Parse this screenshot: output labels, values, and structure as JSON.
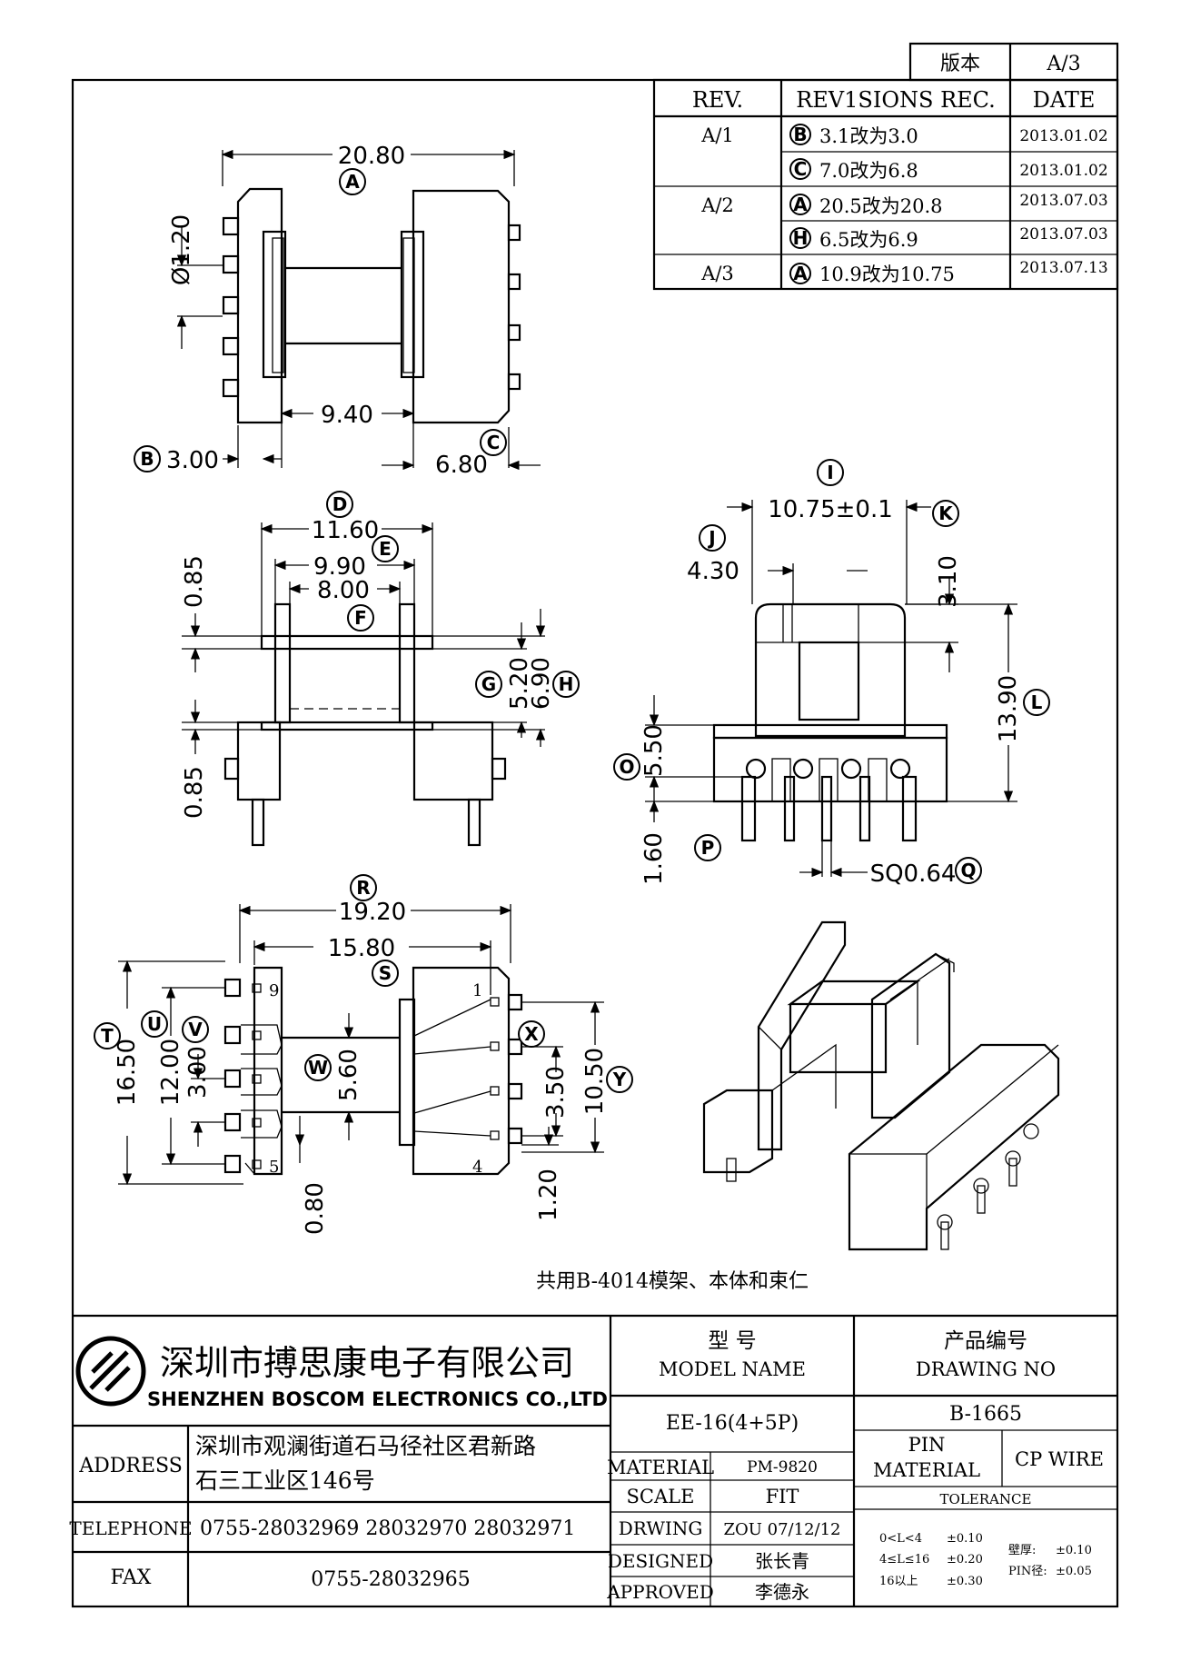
{
  "version_box": {
    "label": "版本",
    "value": "A/3"
  },
  "revisions": {
    "headers": [
      "REV.",
      "REV1SIONS REC.",
      "DATE"
    ],
    "rows": [
      {
        "rev": "A/1",
        "mark": "B",
        "text": "3.1改为3.0",
        "date": "2013.01.02"
      },
      {
        "rev": "",
        "mark": "C",
        "text": "7.0改为6.8",
        "date": "2013.01.02"
      },
      {
        "rev": "A/2",
        "mark": "A",
        "text": "20.5改为20.8",
        "date": "2013.07.03"
      },
      {
        "rev": "",
        "mark": "H",
        "text": "6.5改为6.9",
        "date": "2013.07.03"
      },
      {
        "rev": "A/3",
        "mark": "A",
        "text": "10.9改为10.75",
        "date": "2013.07.13"
      }
    ]
  },
  "dimensions": {
    "top_view": {
      "width": "20.80",
      "pin_dia": "Ø1.20",
      "gap": "9.40",
      "left_flange": "3.00",
      "right_flange": "6.80"
    },
    "front_view": {
      "d": "11.60",
      "e": "9.90",
      "f": "8.00",
      "t1": "0.85",
      "t2": "0.85",
      "g": "5.20",
      "h": "6.90"
    },
    "side_view": {
      "i": "10.75±0.1",
      "j": "4.30",
      "k": "3.10",
      "l": "13.90",
      "o": "5.50",
      "p": "1.60",
      "q": "SQ0.64"
    },
    "bottom_view": {
      "r": "19.20",
      "s": "15.80",
      "t": "16.50",
      "u": "12.00",
      "v": "3.00",
      "w": "5.60",
      "x": "3.50",
      "y": "10.50",
      "z1": "0.80",
      "z2": "1.20"
    }
  },
  "labels": {
    "A": "A",
    "B": "B",
    "C": "C",
    "D": "D",
    "E": "E",
    "F": "F",
    "G": "G",
    "H": "H",
    "I": "I",
    "J": "J",
    "K": "K",
    "L": "L",
    "O": "O",
    "P": "P",
    "Q": "Q",
    "R": "R",
    "S": "S",
    "T": "T",
    "U": "U",
    "V": "V",
    "W": "W",
    "X": "X",
    "Y": "Y"
  },
  "pin_numbers": [
    "9",
    "5",
    "1",
    "4"
  ],
  "note": "共用B-4014模架、本体和束仁",
  "company": {
    "name_cn": "深圳市搏思康电子有限公司",
    "name_en": "SHENZHEN BOSCOM ELECTRONICS CO.,LTD"
  },
  "info": {
    "address_label": "ADDRESS",
    "address_line1": "深圳市观澜街道石马径社区君新路",
    "address_line2": "石三工业区146号",
    "telephone_label": "TELEPHONE",
    "telephone": "0755-28032969 28032970 28032971",
    "fax_label": "FAX",
    "fax": "0755-28032965"
  },
  "title_block": {
    "model_cn": "型   号",
    "model_en": "MODEL NAME",
    "model_value": "EE-16(4+5P)",
    "drawing_cn": "产品编号",
    "drawing_en": "DRAWING NO",
    "drawing_value": "B-1665",
    "material_label": "MATERIAL",
    "material_value": "PM-9820",
    "scale_label": "SCALE",
    "scale_value": "FIT",
    "drwing_label": "DRWING",
    "drwing_value": "ZOU 07/12/12",
    "designed_label": "DESIGNED",
    "designed_value": "张长青",
    "approved_label": "APPROVED",
    "approved_value": "李德永",
    "pin_material_label1": "PIN",
    "pin_material_label2": "MATERIAL",
    "pin_material_value": "CP WIRE",
    "tolerance_label": "TOLERANCE",
    "tol_1a": "0<L<4",
    "tol_1b": "±0.10",
    "tol_2a": "4≤L≤16",
    "tol_2b": "±0.20",
    "tol_3a": "16以上",
    "tol_3b": "±0.30",
    "wall_label": "壁厚:",
    "wall_value": "±0.10",
    "pin_label": "PIN径:",
    "pin_value": "±0.05"
  }
}
